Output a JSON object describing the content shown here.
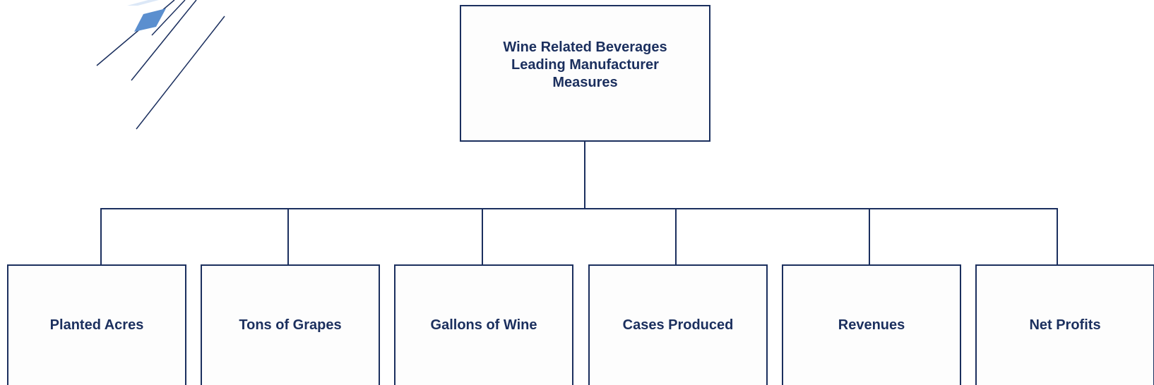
{
  "root": {
    "line1": "Wine Related Beverages",
    "line2": "Leading Manufacturer",
    "line3": "Measures"
  },
  "children": [
    {
      "label": "Planted Acres"
    },
    {
      "label": "Tons of Grapes"
    },
    {
      "label": "Gallons of Wine"
    },
    {
      "label": "Cases Produced"
    },
    {
      "label": "Revenues"
    },
    {
      "label": "Net Profits"
    }
  ],
  "colors": {
    "stroke": "#1b2f5e",
    "accent_diamond": "#5b8fcf",
    "accent_light": "#dce8f7"
  }
}
